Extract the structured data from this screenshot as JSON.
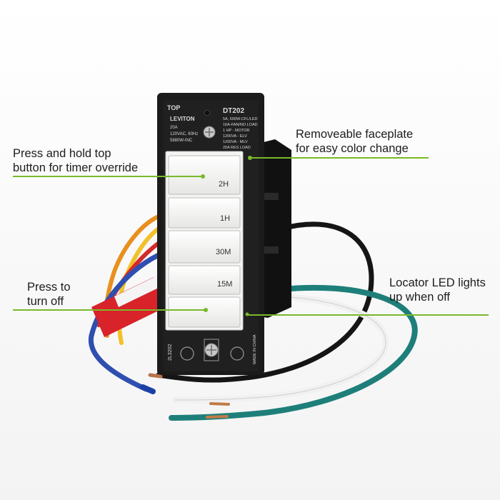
{
  "colors": {
    "accent_line": "#7ab929",
    "device_body": "#1b1b1b",
    "faceplate": "#f4f4f2"
  },
  "callouts": {
    "top_left": {
      "line1": "Press and hold top",
      "line2": "button for timer override"
    },
    "top_right": {
      "line1": "Removeable faceplate",
      "line2": "for easy color change"
    },
    "bottom_left": {
      "line1": "Press to",
      "line2": "turn off"
    },
    "bottom_right": {
      "line1": "Locator LED lights",
      "line2": "up when off"
    }
  },
  "buttons": [
    "2H",
    "1H",
    "30M",
    "15M"
  ],
  "device": {
    "top_mark": "TOP",
    "brand": "LEVITON",
    "model": "DT202",
    "left_specs": [
      "20A",
      "120VAC, 60Hz",
      "5880W-INC"
    ],
    "right_specs": [
      "5A, 600W-CFL/LED",
      "16A-FAN/NO LOAD",
      "1 HP - MOTOR",
      "1200VA - ELV",
      "1200VA - MLV",
      "20A RES LOAD"
    ],
    "side_code": "2L3202",
    "side_origin": "MADE IN CHINA"
  }
}
